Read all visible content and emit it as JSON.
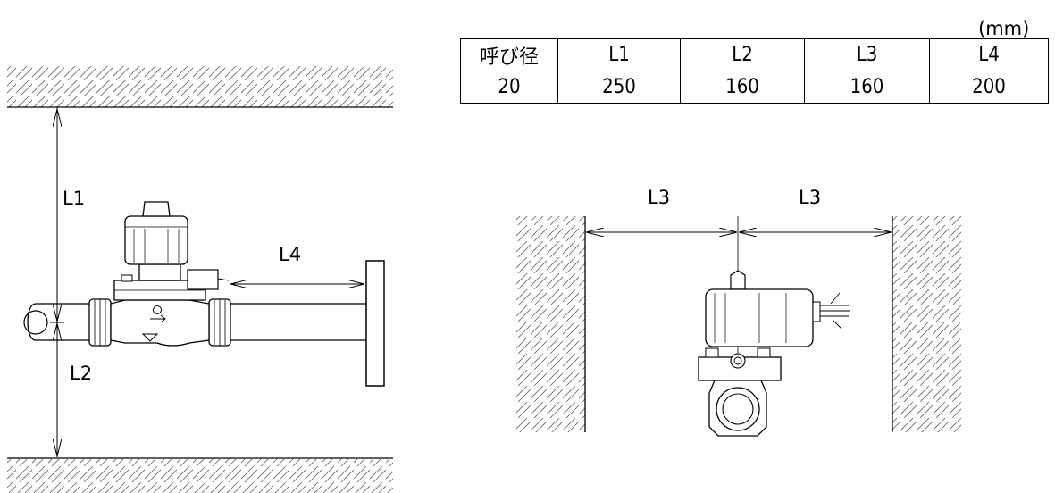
{
  "unit": "(mm)",
  "table": {
    "headers": [
      "呼び径",
      "L1",
      "L2",
      "L3",
      "L4"
    ],
    "rows": [
      [
        "20",
        "250",
        "160",
        "160",
        "200"
      ]
    ]
  },
  "dimension_labels": {
    "l1": "L1",
    "l2": "L2",
    "l3_left": "L3",
    "l3_right": "L3",
    "l4": "L4"
  }
}
